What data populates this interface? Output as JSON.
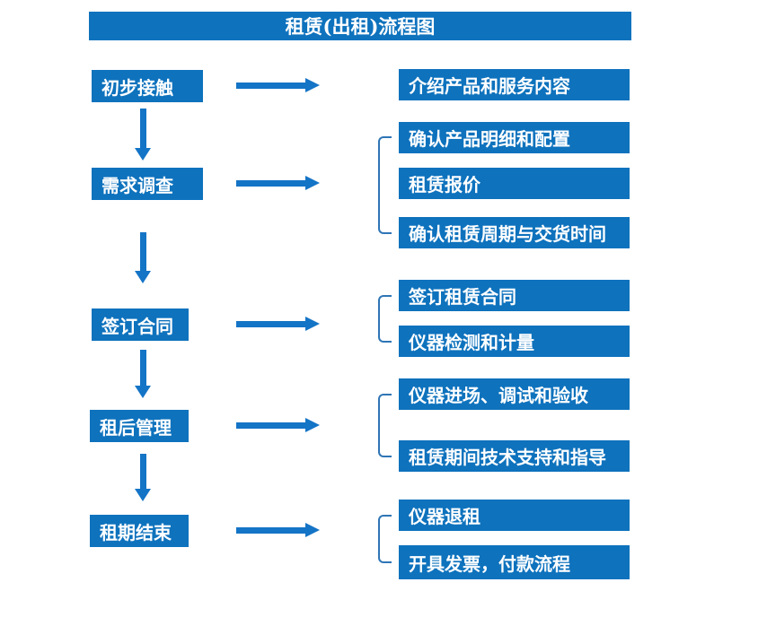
{
  "title": "租赁(出租)流程图",
  "colors": {
    "box_blue": "#0e72bd",
    "arrow_blue": "#1474c6",
    "bracket_blue": "#2e75b6",
    "text": "#ffffff",
    "background": "#ffffff"
  },
  "steps": [
    {
      "label": "初步接触",
      "details": [
        "介绍产品和服务内容"
      ]
    },
    {
      "label": "需求调查",
      "details": [
        "确认产品明细和配置",
        "租赁报价",
        "确认租赁周期与交货时间"
      ]
    },
    {
      "label": "签订合同",
      "details": [
        "签订租赁合同",
        "仪器检测和计量"
      ]
    },
    {
      "label": "租后管理",
      "details": [
        "仪器进场、调试和验收",
        "租赁期间技术支持和指导"
      ]
    },
    {
      "label": "租期结束",
      "details": [
        "仪器退租",
        "开具发票，付款流程"
      ]
    }
  ]
}
